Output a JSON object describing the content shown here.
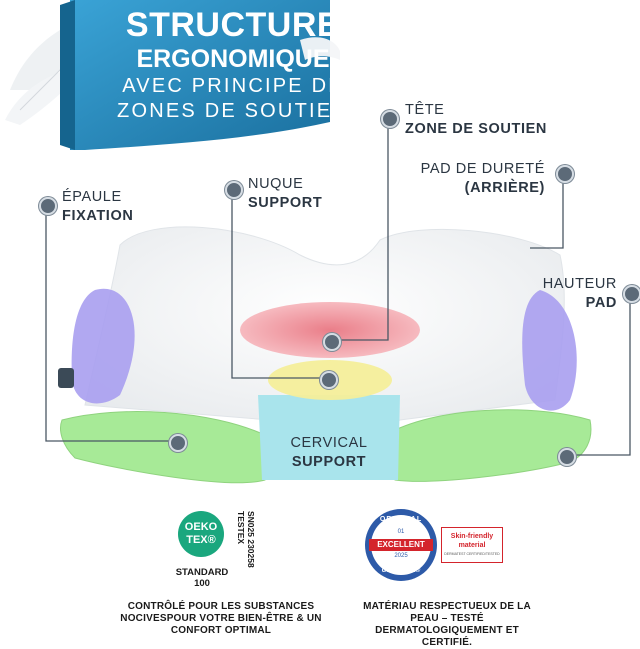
{
  "banner": {
    "line1": "STRUCTURE",
    "line2": "ERGONOMIQUE",
    "line3": "AVEC PRINCIPE DE",
    "line4": "ZONES DE SOUTIEN"
  },
  "labels": {
    "tete": {
      "top": "TÊTE",
      "bottom": "ZONE DE SOUTIEN"
    },
    "pad_durete": {
      "top": "PAD DE DURETÉ",
      "bottom": "(ARRIÈRE)"
    },
    "epaule": {
      "top": "ÉPAULE",
      "bottom": "FIXATION"
    },
    "nuque": {
      "top": "NUQUE",
      "bottom": "SUPPORT"
    },
    "hauteur": {
      "top": "HAUTEUR",
      "bottom": "PAD"
    },
    "cervical": {
      "top": "CERVICAL",
      "bottom": "SUPPORT"
    }
  },
  "oeko": {
    "badge_line1": "OEKO",
    "badge_line2": "TEX®",
    "standard": "STANDARD",
    "number": "100",
    "code": "SN025 230258",
    "issuer": "TESTEX",
    "description": "CONTRÔLÉ POUR LES SUBSTANCES NOCIVESPOUR VOTRE BIEN-ÊTRE & UN CONFORT OPTIMAL"
  },
  "dermatest": {
    "ring_top": "ORIGINAL",
    "number": "01",
    "rating": "EXCELLENT",
    "year": "2025",
    "ring_bottom": "dermatest®",
    "tag_line1": "Skin-friendly",
    "tag_line2": "material",
    "tag_small": "DERMATEST CERTIFIED/TESTED",
    "description": "MATÉRIAU RESPECTUEUX DE LA PEAU – TESTÉ DERMATOLOGIQUEMENT ET CERTIFIÉ."
  },
  "colors": {
    "banner": "#1f86b8",
    "head_zone": "#f29aa2",
    "neck_zone": "#f4ee9a",
    "cervical_zone": "#a9e4ec",
    "side_pad": "#a99ef0",
    "shoulder_wings": "#a7ea97",
    "dot": "#5c6a78",
    "dermatest_red": "#d4242c",
    "dermatest_blue": "#2d5aa8",
    "oeko_green": "#1aa77e"
  }
}
